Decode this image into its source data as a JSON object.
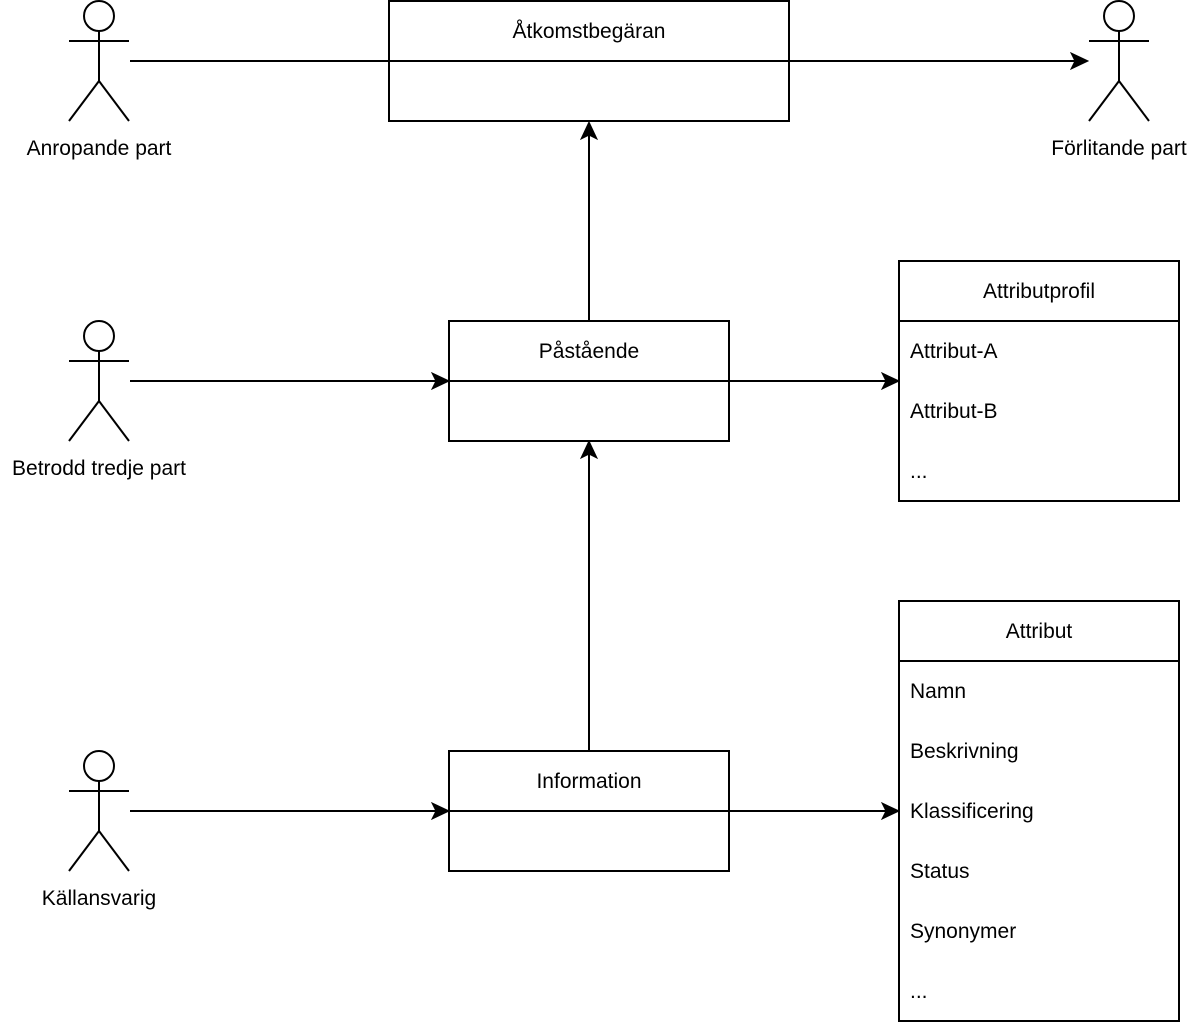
{
  "actors": {
    "calling_party": "Anropande part",
    "relying_party": "Förlitande part",
    "trusted_third_party": "Betrodd tredje part",
    "source_owner": "Källansvarig"
  },
  "boxes": {
    "access_request": "Åtkomstbegäran",
    "claim": "Påstående",
    "information": "Information"
  },
  "attribute_profile": {
    "title": "Attributprofil",
    "items": [
      "Attribut-A",
      "Attribut-B",
      "..."
    ]
  },
  "attribute": {
    "title": "Attribut",
    "items": [
      "Namn",
      "Beskrivning",
      "Klassificering",
      "Status",
      "Synonymer",
      "..."
    ]
  }
}
